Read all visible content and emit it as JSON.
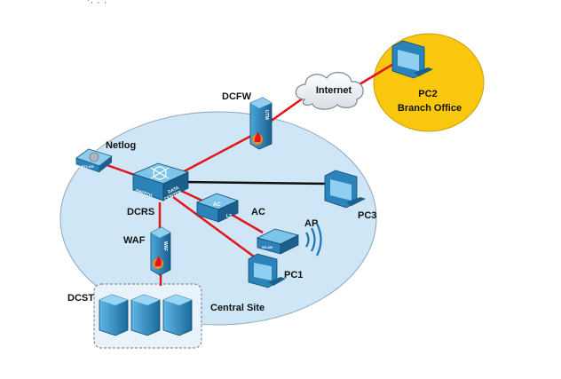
{
  "header_marks": "·',' ',' ','",
  "nodes": {
    "internet": "Internet",
    "dcfw": "DCFW",
    "dcfw_tag": "UTM",
    "netlog": "Netlog",
    "netlog_tag": "NETLOG",
    "switch_tag_1": "SWITCH",
    "switch_tag_2": "DATA",
    "switch_tag_3": "CENTER",
    "dcrs": "DCRS",
    "ac": "AC",
    "ac_tag_1": "AC",
    "ac_tag_2": "L3",
    "ap": "AP",
    "ap_tag": "WLAN",
    "waf": "WAF",
    "waf_tag": "WAF",
    "pc1": "PC1",
    "pc2": "PC2",
    "branch_office": "Branch Office",
    "pc3": "PC3",
    "dcst": "DCST",
    "central_site": "Central Site"
  },
  "colors": {
    "site_fill": "#cfe6f7",
    "site_stroke": "#8fa6b8",
    "branch_fill": "#f9c80e",
    "link_red": "#e2151b",
    "link_black": "#111111",
    "device_blue": "#2f8fc6",
    "device_dark": "#17608f"
  }
}
